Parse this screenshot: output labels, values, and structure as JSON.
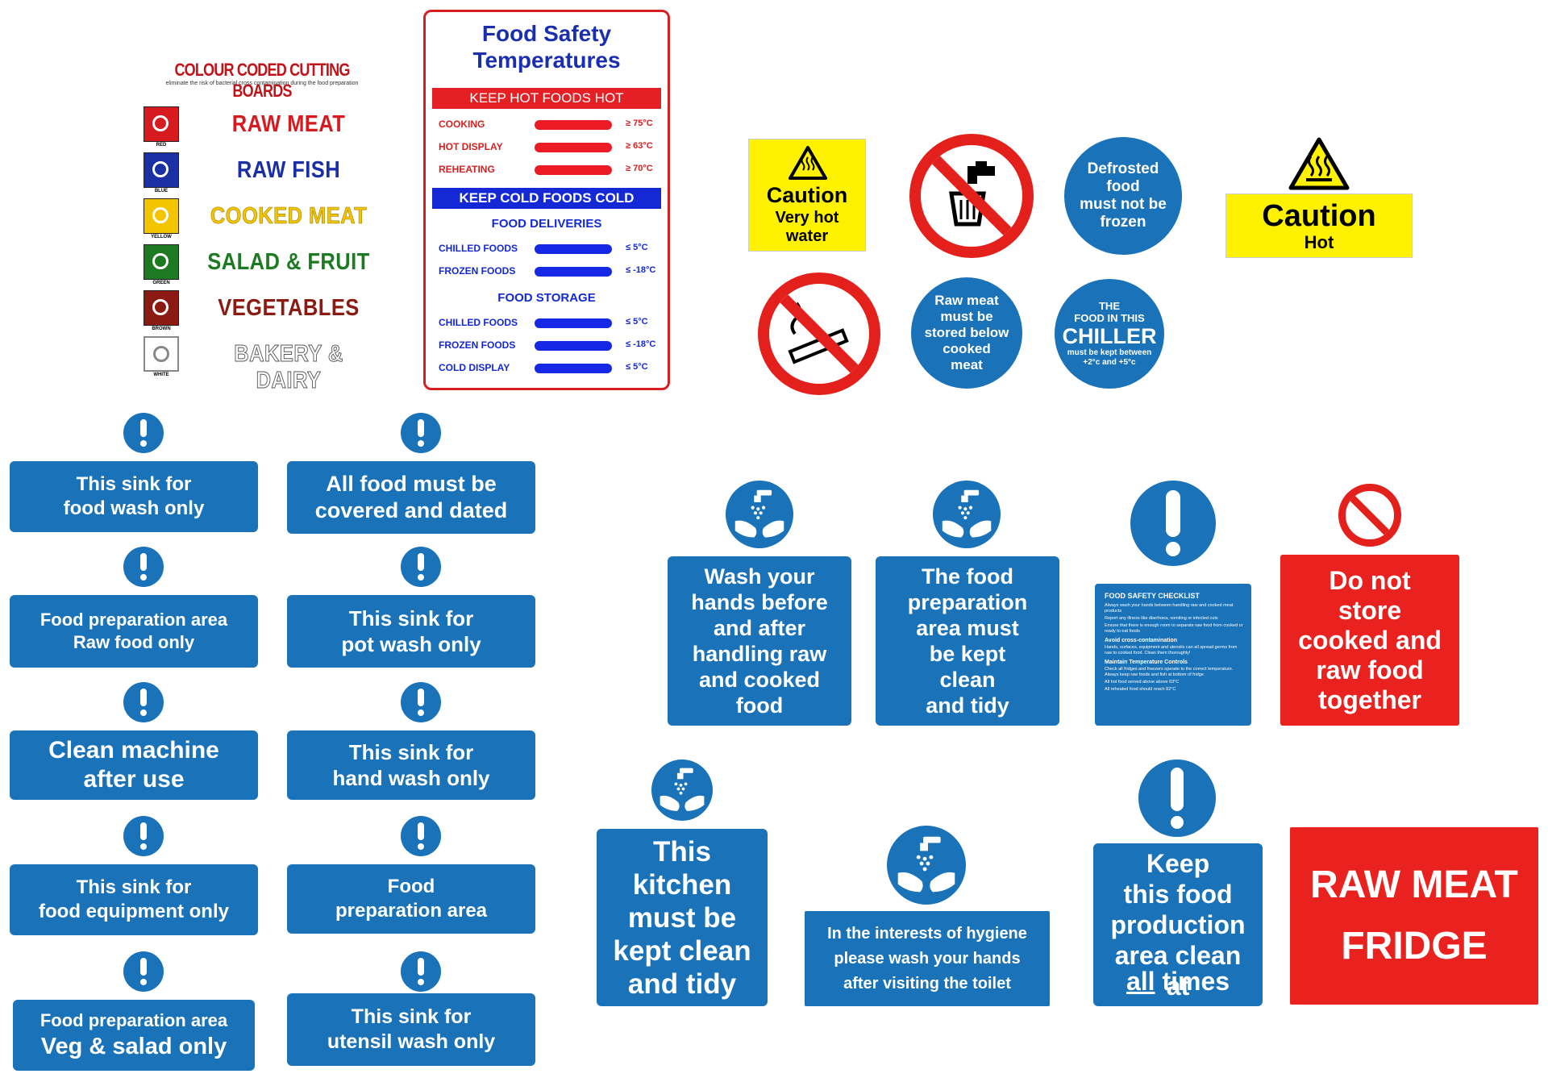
{
  "cutting_boards": {
    "title": "COLOUR CODED CUTTING BOARDS",
    "subtitle": "eliminate the risk of bacterial cross contamination during the food preparation",
    "items": [
      {
        "label": "RAW MEAT",
        "tag": "RED",
        "color": "#d71920"
      },
      {
        "label": "RAW FISH",
        "tag": "BLUE",
        "color": "#1a2fa3"
      },
      {
        "label": "COOKED MEAT",
        "tag": "YELLOW",
        "color": "#f2c500"
      },
      {
        "label": "SALAD & FRUIT",
        "tag": "GREEN",
        "color": "#1e7a22"
      },
      {
        "label": "VEGETABLES",
        "tag": "BROWN",
        "color": "#8b1a12"
      },
      {
        "label": "BAKERY & DAIRY",
        "tag": "WHITE",
        "color": "#ffffff"
      }
    ]
  },
  "temps": {
    "title": "Food Safety\nTemperatures",
    "hot_header": "KEEP HOT FOODS HOT",
    "hot_rows": [
      {
        "label": "COOKING",
        "value": "≥ 75°C"
      },
      {
        "label": "HOT DISPLAY",
        "value": "≥ 63°C"
      },
      {
        "label": "REHEATING",
        "value": "≥ 70°C"
      }
    ],
    "cold_header": "KEEP COLD FOODS COLD",
    "deliveries_header": "FOOD DELIVERIES",
    "delivery_rows": [
      {
        "label": "CHILLED FOODS",
        "value": "≤ 5°C"
      },
      {
        "label": "FROZEN FOODS",
        "value": "≤ -18°C"
      }
    ],
    "storage_header": "FOOD STORAGE",
    "storage_rows": [
      {
        "label": "CHILLED FOODS",
        "value": "≤ 5°C"
      },
      {
        "label": "FROZEN FOODS",
        "value": "≤ -18°C"
      },
      {
        "label": "COLD DISPLAY",
        "value": "≤ 5°C"
      }
    ]
  },
  "warnings": {
    "caution_hot_water_1": "Caution",
    "caution_hot_water_2": "Very hot\nwater",
    "defrosted": "Defrosted\nfood\nmust not be\nfrozen",
    "caution_hot_1": "Caution",
    "caution_hot_2": "Hot",
    "raw_meat_below": "Raw meat\nmust be\nstored below\ncooked\nmeat",
    "chiller_top": "THE\nFOOD IN THIS",
    "chiller_mid": "CHILLER",
    "chiller_bottom": "must be kept between\n+2°c and +5°c"
  },
  "left_signs": [
    "This sink for\nfood wash only",
    "All food must be\ncovered and dated",
    "Food preparation area\nRaw food only",
    "This sink for\npot wash only",
    "Clean machine\nafter use",
    "This sink for\nhand wash only",
    "This sink for\nfood equipment only",
    "Food\npreparation area",
    "Food preparation area",
    "Veg & salad only",
    "This sink for\nutensil wash only"
  ],
  "right_signs": {
    "wash_hands": "Wash your\nhands before\nand after\nhandling raw\nand cooked\nfood",
    "prep_area_clean": "The food\npreparation\narea must\nbe kept\nclean\nand tidy",
    "checklist_title": "FOOD SAFETY CHECKLIST",
    "checklist_items": [
      "Always wash your hands between handling raw and cooked meat products",
      "Report any illness like diarrhoea, vomiting or infected cuts",
      "Ensure that there is enough room to separate raw food from cooked or ready to eat foods",
      "Avoid cross-contamination",
      "Hands, surfaces, equipment and utensils can all spread germs from raw to cooked food. Clean them thoroughly!",
      "Maintain Temperature Controls",
      "Check all fridges and freezers operate to the correct temperature. Always keep raw foods and fish at bottom of fridge",
      "All hot food served above above 63°C",
      "All reheated food should reach 82°C"
    ],
    "do_not_store": "Do not\nstore\ncooked and\nraw food\ntogether",
    "kitchen_clean": "This\nkitchen\nmust be\nkept clean\nand tidy",
    "hygiene": "In the interests of hygiene\nplease wash your hands\nafter visiting the toilet",
    "keep_clean_1": "Keep\nthis food\nproduction\narea clean\nat",
    "keep_clean_all": "all",
    "keep_clean_2": "times",
    "raw_meat_fridge": "RAW MEAT\nFRIDGE"
  }
}
